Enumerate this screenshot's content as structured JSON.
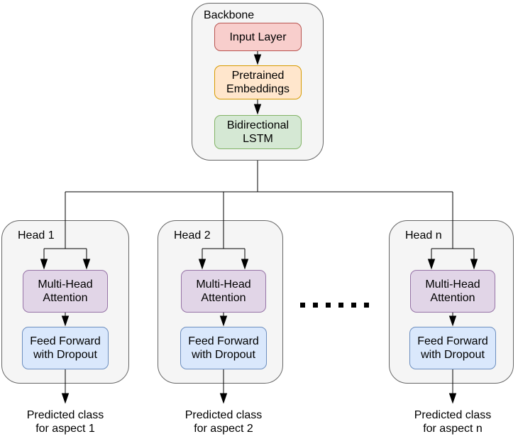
{
  "backbone": {
    "label": "Backbone",
    "nodes": [
      {
        "key": "input",
        "label": "Input Layer"
      },
      {
        "key": "embeddings",
        "label": "Pretrained Embeddings"
      },
      {
        "key": "lstm",
        "label": "Bidirectional LSTM"
      }
    ]
  },
  "heads": [
    {
      "label": "Head 1",
      "attention_label": "Multi-Head Attention",
      "feedforward_label": "Feed Forward with Dropout",
      "output_label": "Predicted class\nfor aspect 1"
    },
    {
      "label": "Head 2",
      "attention_label": "Multi-Head Attention",
      "feedforward_label": "Feed Forward with Dropout",
      "output_label": "Predicted class\nfor aspect 2"
    },
    {
      "label": "Head n",
      "attention_label": "Multi-Head Attention",
      "feedforward_label": "Feed Forward with Dropout",
      "output_label": "Predicted class\nfor aspect n"
    }
  ],
  "ellipsis": {
    "count": 6
  },
  "colors": {
    "input": {
      "fill": "#f8cecc",
      "stroke": "#b85450"
    },
    "embeddings": {
      "fill": "#ffe6cc",
      "stroke": "#d79b00"
    },
    "lstm": {
      "fill": "#d5e8d4",
      "stroke": "#82b366"
    },
    "attention": {
      "fill": "#e1d5e7",
      "stroke": "#9673a6"
    },
    "feedforward": {
      "fill": "#dae8fc",
      "stroke": "#6c8ebf"
    },
    "container": {
      "fill": "#f5f5f5",
      "stroke": "#666666"
    },
    "connector": "#000000",
    "dot": "#000000"
  }
}
